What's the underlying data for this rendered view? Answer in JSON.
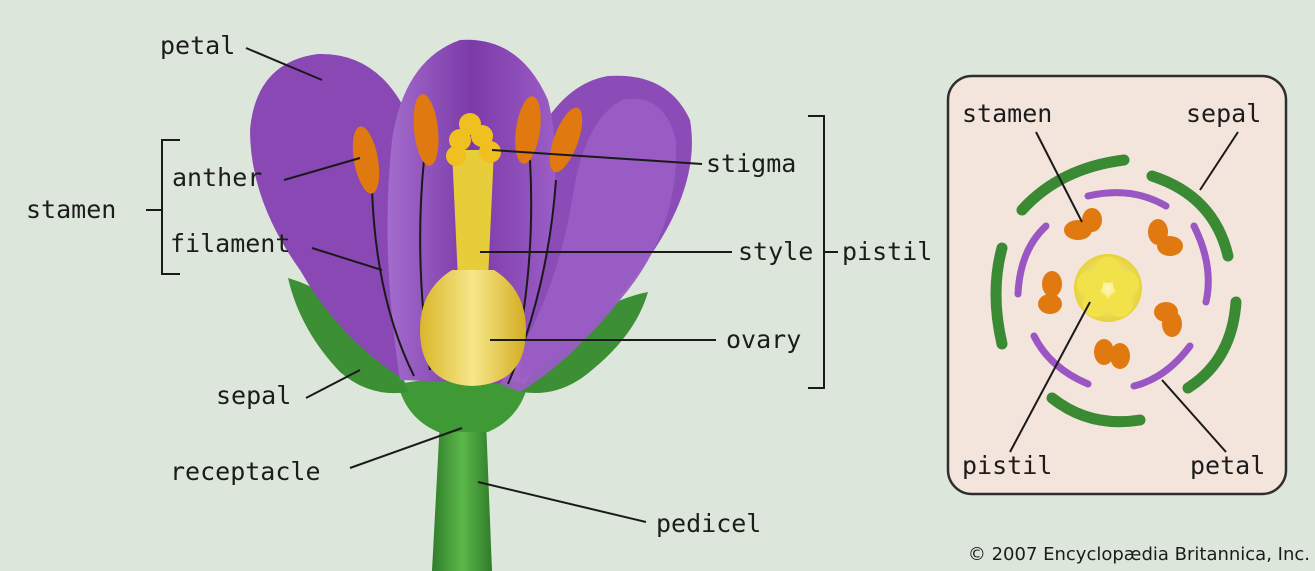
{
  "labels": {
    "petal": "petal",
    "anther": "anther",
    "stamen": "stamen",
    "filament": "filament",
    "sepal": "sepal",
    "receptacle": "receptacle",
    "pedicel": "pedicel",
    "stigma": "stigma",
    "style": "style",
    "pistil": "pistil",
    "ovary": "ovary"
  },
  "inset": {
    "stamen": "stamen",
    "sepal": "sepal",
    "pistil": "pistil",
    "petal": "petal"
  },
  "copyright": "© 2007 Encyclopædia Britannica, Inc.",
  "colors": {
    "background": "#dde6da",
    "petal": "#8e4bb4",
    "petal_dark": "#6c2d92",
    "sepal": "#3f8f38",
    "stem": "#4aa23a",
    "ovary": "#e8cd3a",
    "anther": "#e07a10",
    "inset_panel": "#f3e4dc",
    "inset_border": "#2e2e2e"
  }
}
